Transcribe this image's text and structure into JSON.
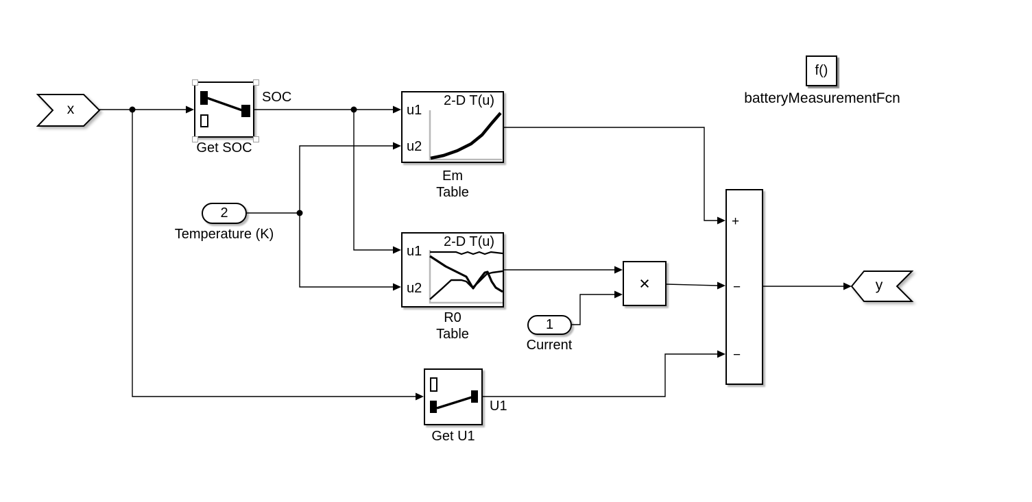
{
  "diagram": {
    "background_color": "#ffffff",
    "wire_color": "#000000",
    "plot_axis_color": "#b8b8b8"
  },
  "arg_in": {
    "label": "x"
  },
  "arg_out": {
    "label": "y"
  },
  "temperature_port": {
    "number": "2",
    "caption": "Temperature (K)"
  },
  "current_port": {
    "number": "1",
    "caption": "Current"
  },
  "get_soc": {
    "caption": "Get SOC"
  },
  "get_u1": {
    "caption": "Get U1"
  },
  "em_table": {
    "title": "2-D T(u)",
    "in1": "u1",
    "in2": "u2",
    "caption_line1": "Em",
    "caption_line2": "Table"
  },
  "r0_table": {
    "title": "2-D T(u)",
    "in1": "u1",
    "in2": "u2",
    "caption_line1": "R0",
    "caption_line2": "Table"
  },
  "product": {
    "operator": "×"
  },
  "sum": {
    "port1": "+",
    "port2": "−",
    "port3": "−"
  },
  "simulink_function": {
    "title": "f()",
    "caption": "batteryMeasurementFcn"
  },
  "signal_labels": {
    "soc": "SOC",
    "u1": "U1"
  }
}
